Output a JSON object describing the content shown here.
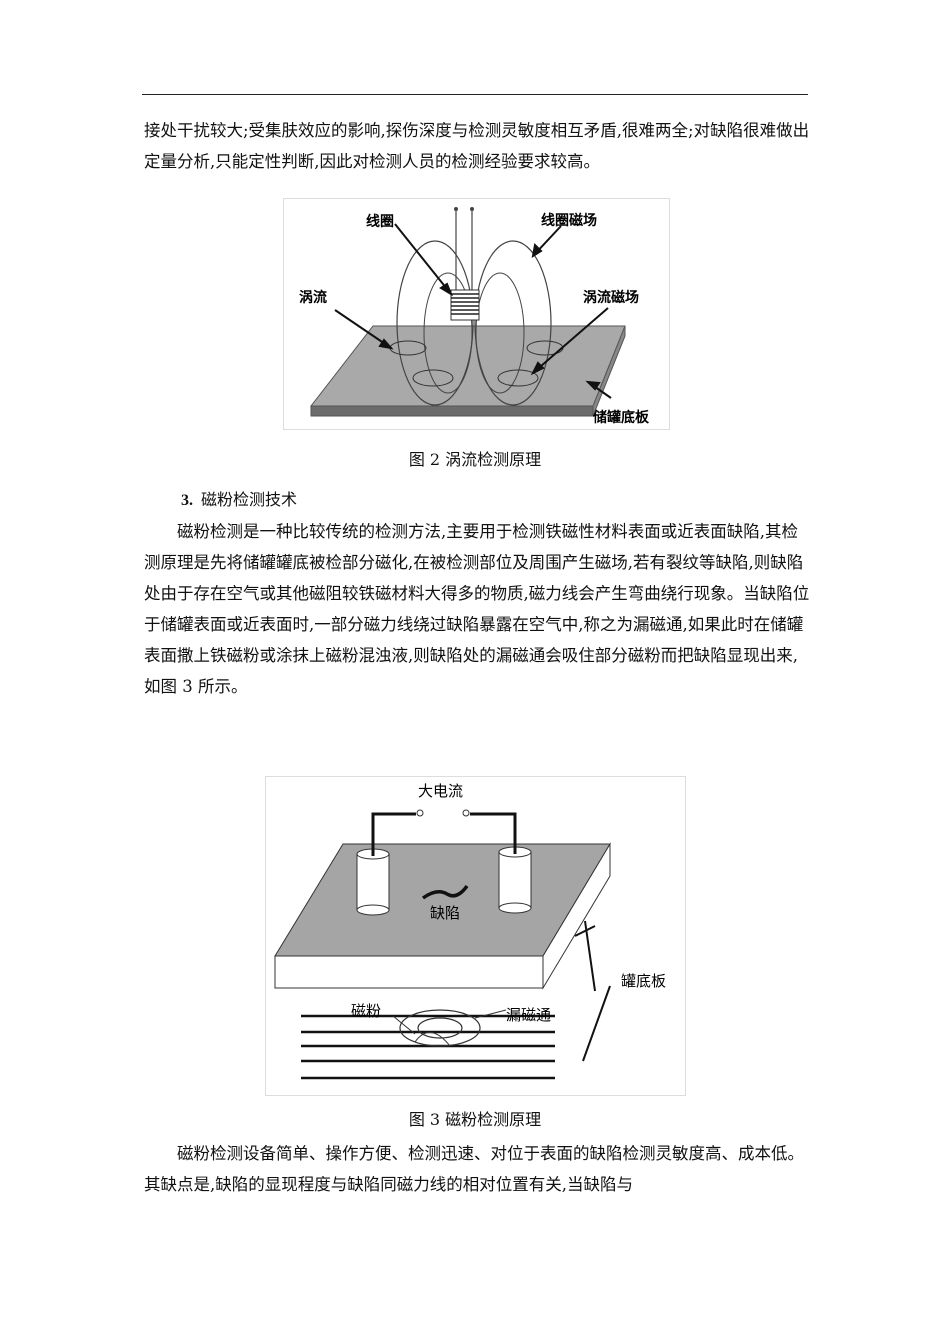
{
  "paragraphs": {
    "p1": "接处干扰较大;受集肤效应的影响,探伤深度与检测灵敏度相互矛盾,很难两全;对缺陷很难做出定量分析,只能定性判断,因此对检测人员的检测经验要求较高。",
    "p2": "磁粉检测是一种比较传统的检测方法,主要用于检测铁磁性材料表面或近表面缺陷,其检测原理是先将储罐罐底被检部分磁化,在被检测部位及周围产生磁场,若有裂纹等缺陷,则缺陷处由于存在空气或其他磁阻较铁磁材料大得多的物质,磁力线会产生弯曲绕行现象。当缺陷位于储罐表面或近表面时,一部分磁力线绕过缺陷暴露在空气中,称之为漏磁通,如果此时在储罐表面撒上铁磁粉或涂抹上磁粉混浊液,则缺陷处的漏磁通会吸住部分磁粉而把缺陷显现出来,如图 3 所示。",
    "p3": "磁粉检测设备简单、操作方便、检测迅速、对位于表面的缺陷检测灵敏度高、成本低。其缺点是,缺陷的显现程度与缺陷同磁力线的相对位置有关,当缺陷与"
  },
  "section": {
    "number": "3.",
    "title": "磁粉检测技术"
  },
  "figure2": {
    "caption": "图 2 涡流检测原理",
    "labels": {
      "coil": "线圈",
      "coil_field": "线圈磁场",
      "eddy": "涡流",
      "eddy_field": "涡流磁场",
      "plate": "储罐底板"
    }
  },
  "figure3": {
    "caption": "图 3 磁粉检测原理",
    "labels": {
      "current": "大电流",
      "defect": "缺陷",
      "plate": "罐底板",
      "powder": "磁粉",
      "leak_flux": "漏磁通"
    }
  }
}
